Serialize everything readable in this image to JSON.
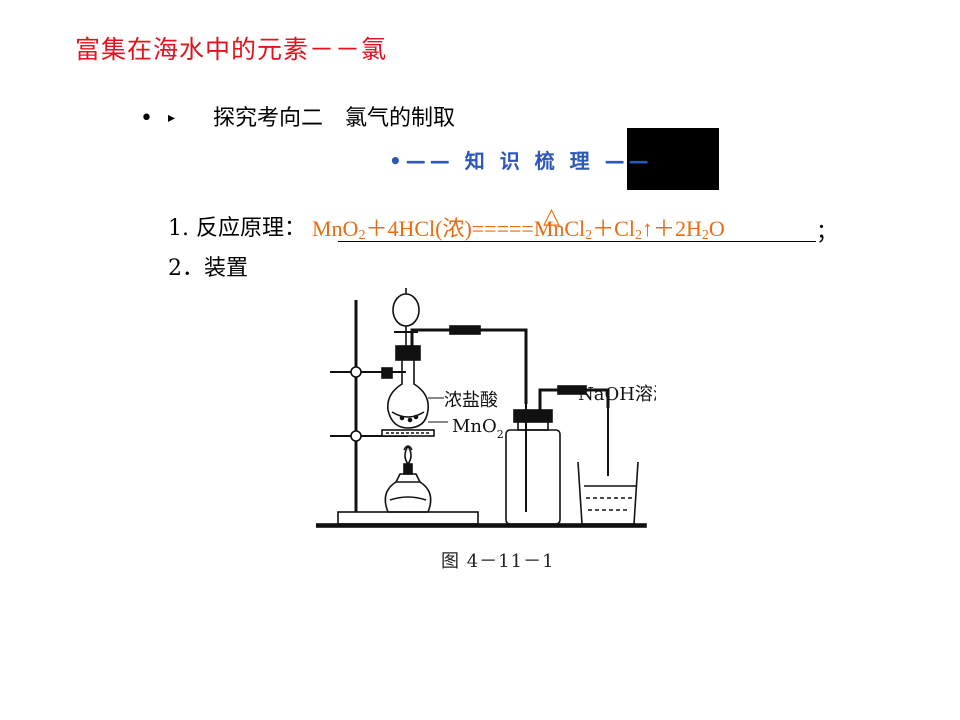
{
  "slide": {
    "title": "富集在海水中的元素－－氯",
    "bullet_1": "•",
    "bullet_2": "▸",
    "heading": "探究考向二　氯气的制取",
    "knowledge_bullet": "•",
    "knowledge_label": "—— 知 识 梳 理 ——"
  },
  "content": {
    "item1_label": "1. 反应原理：",
    "item1_answer": {
      "part1": "MnO",
      "sub1": "2",
      "part2": "＋4HCl(浓)=====MnCl",
      "sub2": "2",
      "part3": "＋Cl",
      "sub3": "2",
      "part4": "↑＋2H",
      "sub4": "2",
      "part5": "O"
    },
    "condition_symbol": "△",
    "item1_end": "；",
    "item2_label": "2．装置"
  },
  "figure": {
    "label_acid": "浓盐酸",
    "label_mno2": "MnO",
    "label_mno2_sub": "2",
    "label_naoh": "NaOH溶液",
    "caption": "图 4－11－1"
  },
  "colors": {
    "title": "#e0141e",
    "knowledge": "#2d57b6",
    "answer": "#e86c12",
    "black_box": "#000000"
  }
}
